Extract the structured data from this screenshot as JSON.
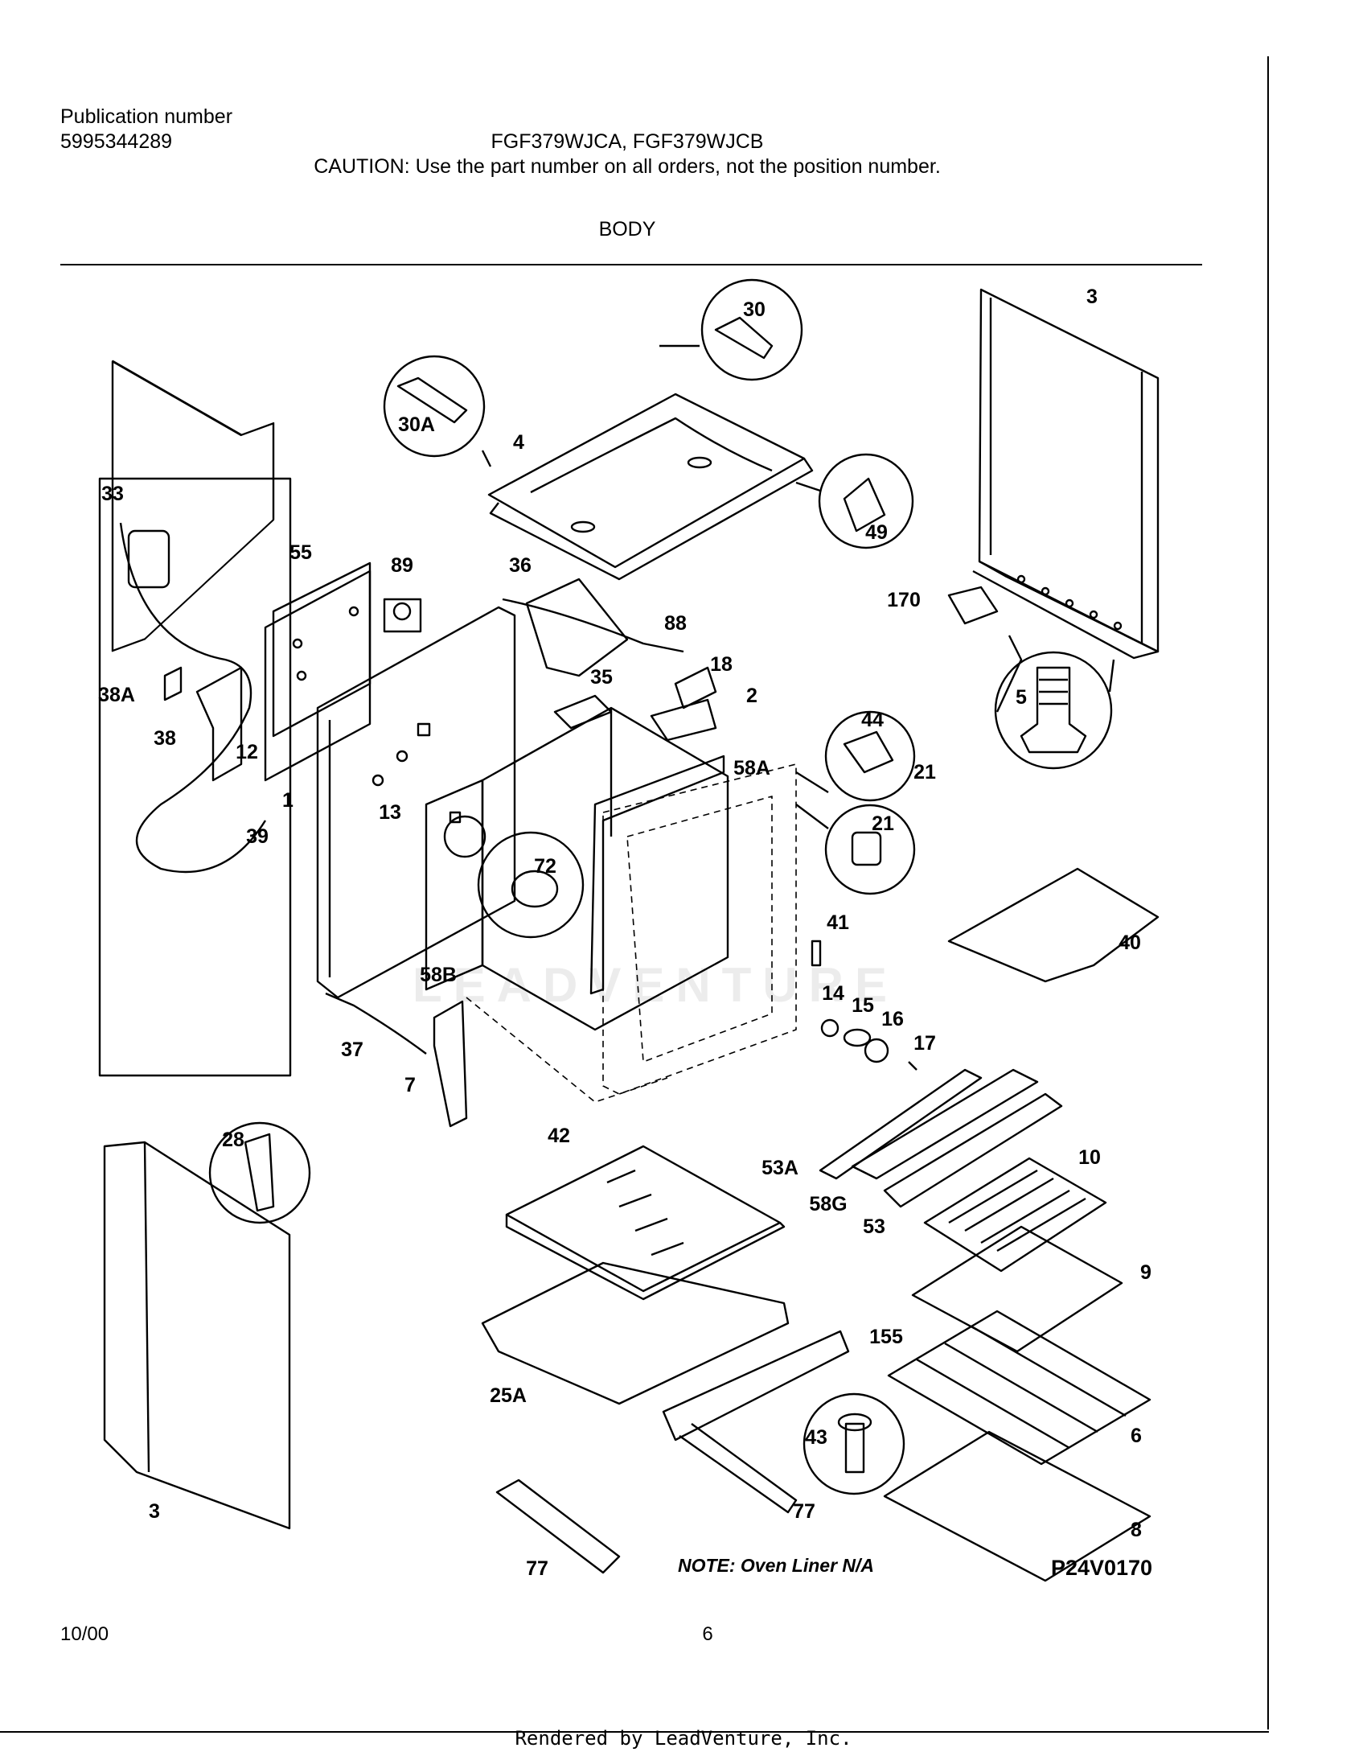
{
  "header": {
    "publication_label": "Publication number",
    "publication_number": "5995344289",
    "models": "FGF379WJCA, FGF379WJCB",
    "caution": "CAUTION:  Use the part number on all orders, not the position number."
  },
  "section_title": "BODY",
  "callouts": [
    "30",
    "3",
    "30A",
    "4",
    "49",
    "33",
    "55",
    "89",
    "36",
    "170",
    "88",
    "18",
    "38A",
    "35",
    "2",
    "5",
    "44",
    "38",
    "12",
    "58A",
    "21",
    "21",
    "1",
    "13",
    "39",
    "72",
    "40",
    "41",
    "58B",
    "14",
    "15",
    "16",
    "17",
    "37",
    "7",
    "28",
    "42",
    "10",
    "53A",
    "58G",
    "53",
    "9",
    "155",
    "25A",
    "43",
    "6",
    "3",
    "77",
    "8",
    "77"
  ],
  "note": "NOTE: Oven Liner N/A",
  "diagram_code": "P24V0170",
  "footer": {
    "date": "10/00",
    "page": "6",
    "rendered_by": "Rendered by LeadVenture, Inc."
  },
  "watermark": "LEADVENTURE"
}
